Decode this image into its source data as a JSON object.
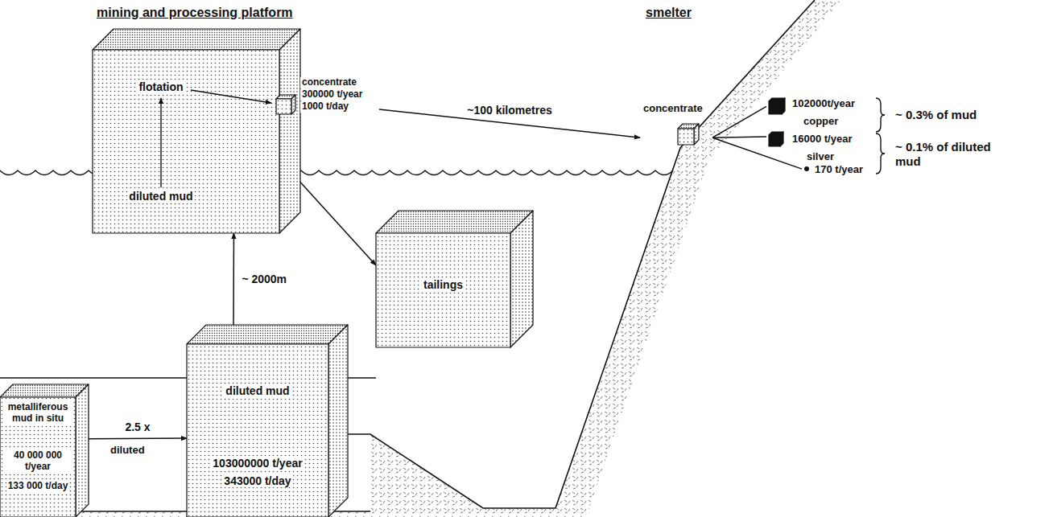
{
  "diagram": {
    "nodes": [
      {
        "text": [
          "metalliferous mud in situ",
          "40 000 000 t/year",
          "133 000 t/day"
        ]
      },
      {
        "text": [
          "diluted mud",
          "103000000 t/year",
          "343000 t/day"
        ]
      },
      {
        "text": [
          "flotation",
          "diluted mud"
        ]
      },
      {
        "text": [
          "concentrate",
          "300000 t/year",
          "1000 t/day"
        ]
      },
      {
        "text": [
          "tailings"
        ]
      },
      {
        "text": [
          "concentrate"
        ]
      },
      {
        "text": [
          "102000t/year"
        ]
      },
      {
        "text": [
          "copper",
          "16000 t/year"
        ]
      },
      {
        "text": [
          "silver",
          "170 t/year"
        ]
      }
    ],
    "edges": [
      {
        "from": 0,
        "to": 1,
        "arrow": "to",
        "label": "2.5 x"
      },
      {
        "from": 1,
        "to": 2,
        "arrow": "to",
        "label": "~ 2000m"
      },
      {
        "from": 2,
        "to": 4,
        "arrow": "to"
      },
      {
        "from": 3,
        "to": 5,
        "arrow": "to",
        "label": "~100 kilometres"
      },
      {
        "from": 5,
        "to": 6,
        "arrow": "none"
      },
      {
        "from": 5,
        "to": 7,
        "arrow": "none"
      },
      {
        "from": 5,
        "to": 8,
        "arrow": "none"
      }
    ],
    "labels": [
      "mining and processing platform",
      "smelter",
      "diluted",
      "~ 0.3% of mud",
      "~ 0.1% of diluted mud"
    ]
  }
}
